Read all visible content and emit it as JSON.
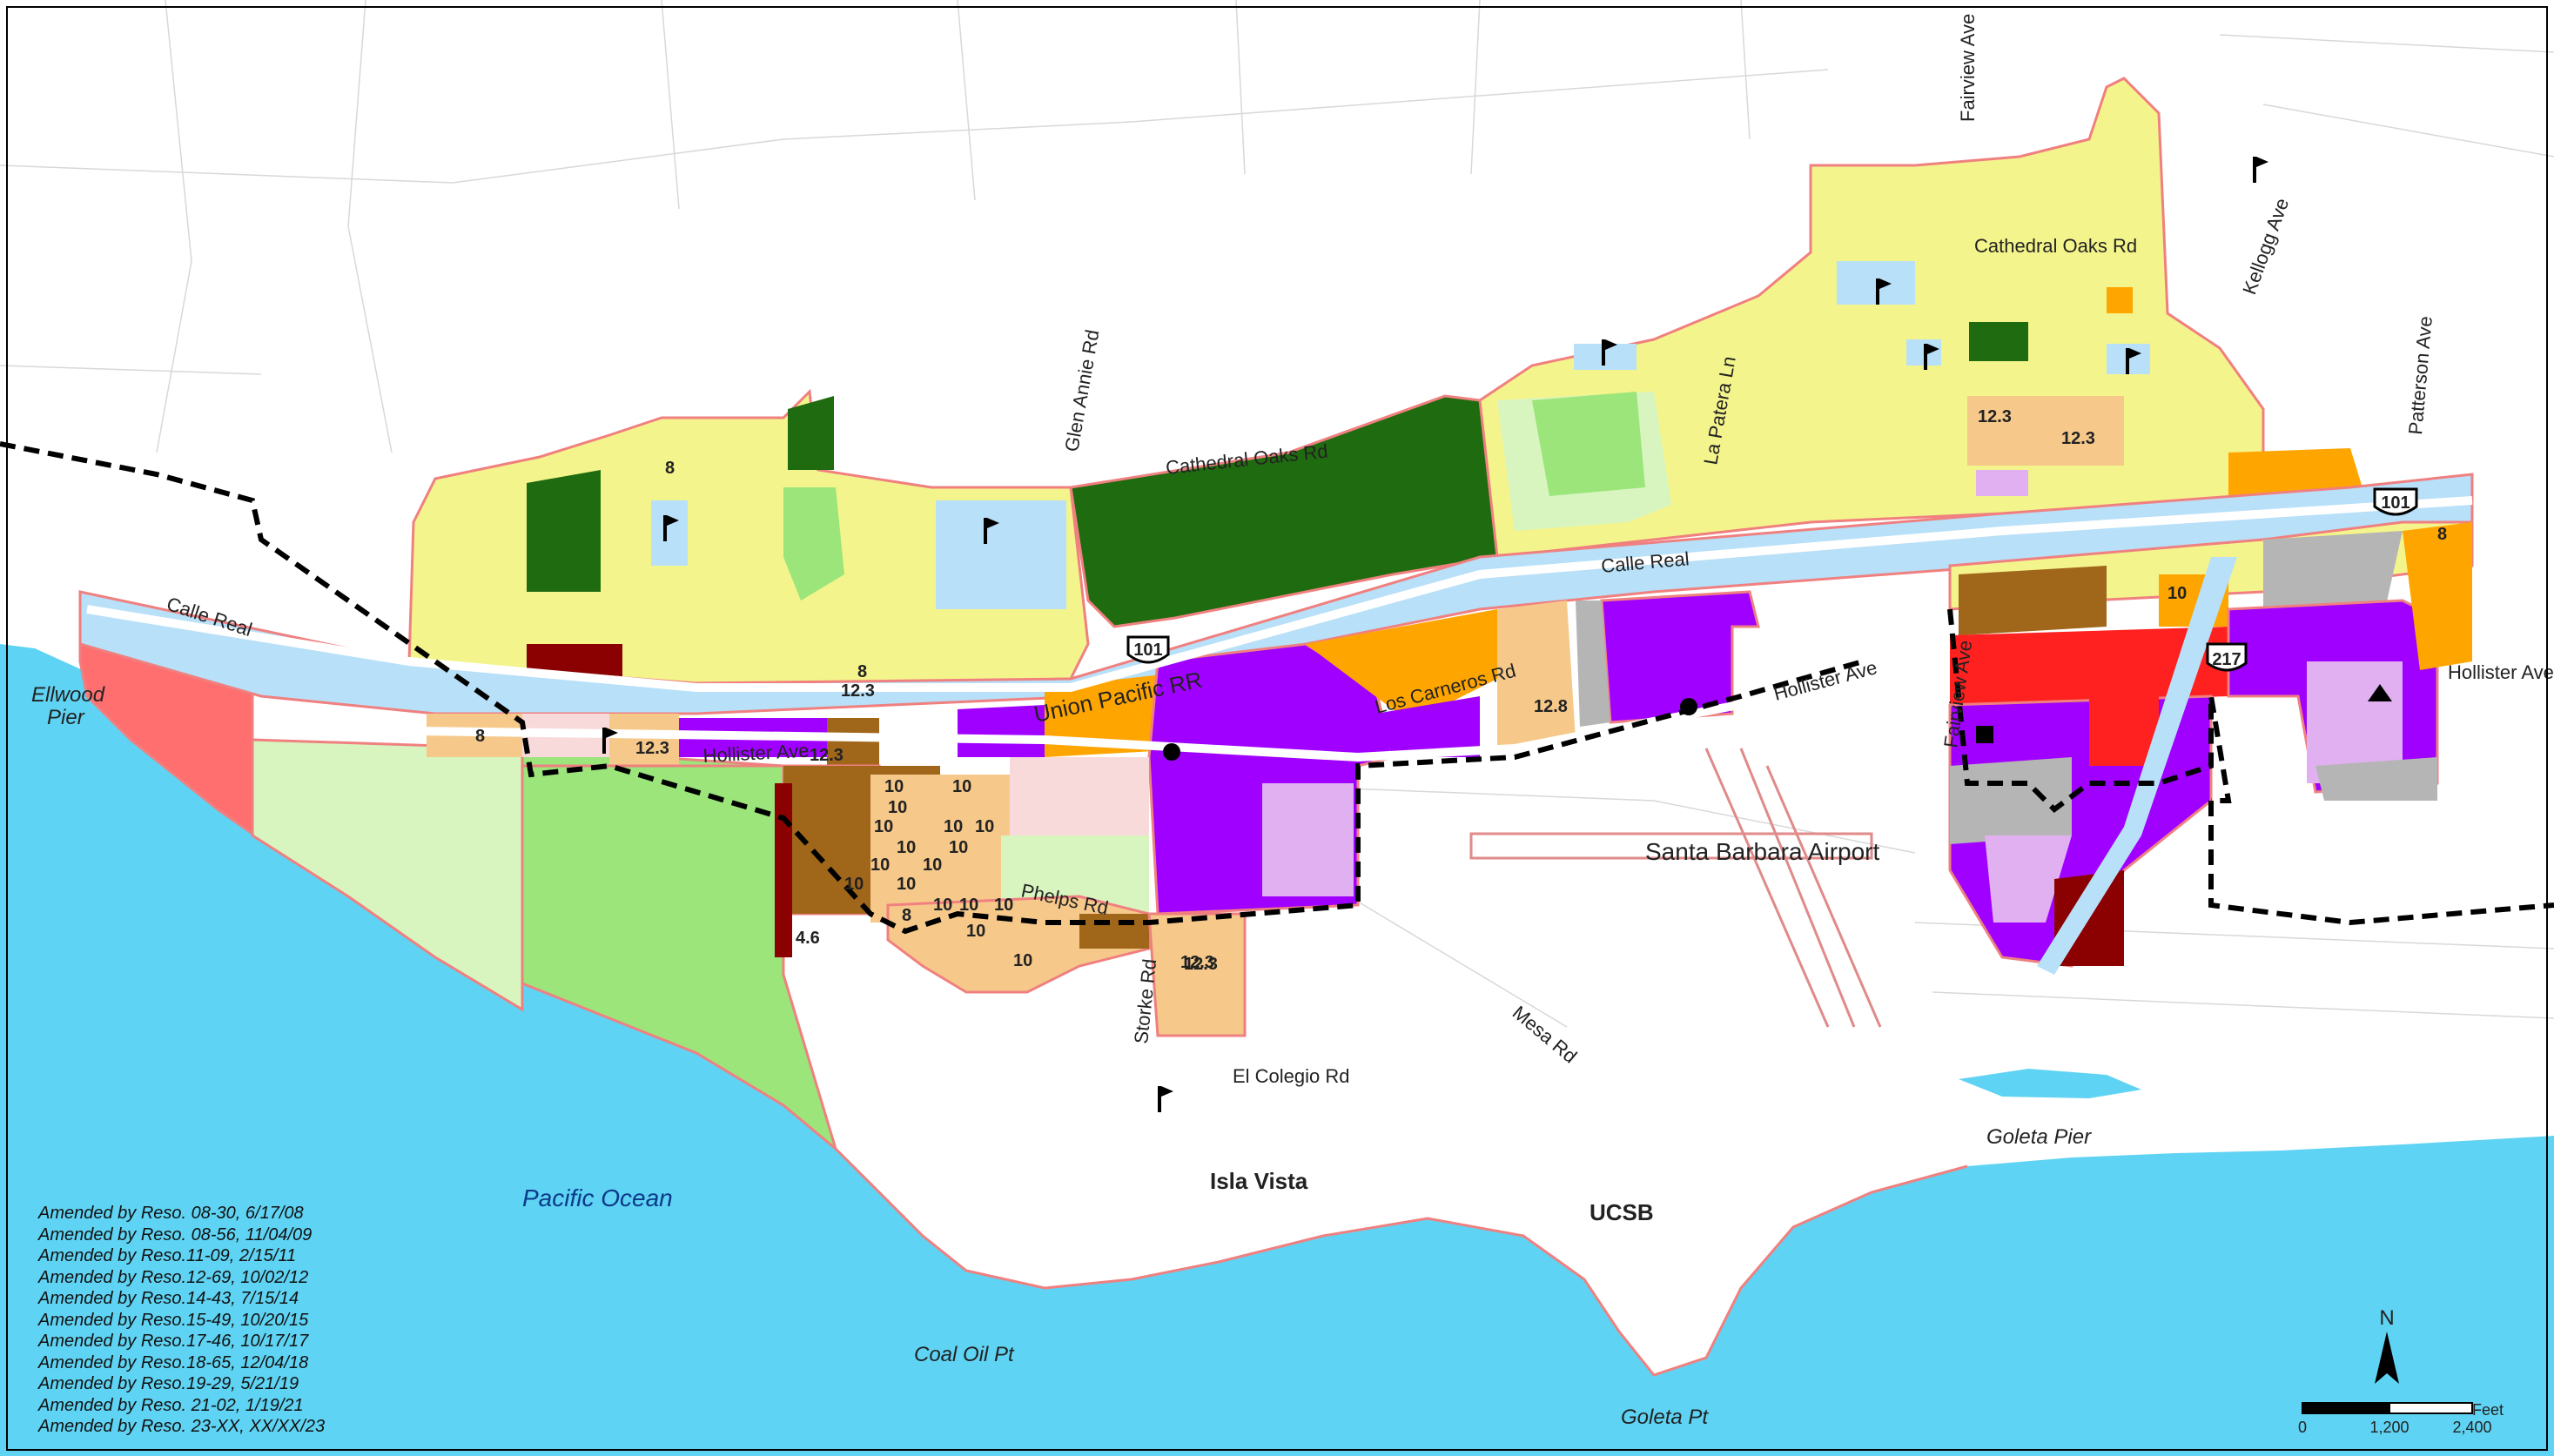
{
  "roads": {
    "calle_real_w": "Calle Real",
    "calle_real_e": "Calle Real",
    "cathedral_oaks": "Cathedral Oaks Rd",
    "cathedral_oaks_e": "Cathedral Oaks Rd",
    "glen_annie": "Glen Annie Rd",
    "la_patera": "La Patera Ln",
    "fairview_n": "Fairview Ave",
    "fairview_s": "Fairview Ave",
    "kellogg": "Kellogg Ave",
    "patterson": "Patterson Ave",
    "hollister_w": "Hollister Ave",
    "hollister_c": "Hollister Ave",
    "hollister_e": "Hollister Ave",
    "union_pacific": "Union Pacific RR",
    "los_carneros": "Los Carneros Rd",
    "phelps": "Phelps Rd",
    "storke": "Storke Rd",
    "el_colegio": "El Colegio Rd",
    "mesa": "Mesa Rd",
    "hwy101_a": "101",
    "hwy101_b": "101",
    "hwy217": "217"
  },
  "places": {
    "ellwood_pier_1": "Ellwood",
    "ellwood_pier_2": "Pier",
    "pacific_ocean": "Pacific Ocean",
    "coal_oil_pt": "Coal Oil Pt",
    "goleta_pt": "Goleta Pt",
    "goleta_pier": "Goleta Pier",
    "isla_vista": "Isla Vista",
    "ucsb": "UCSB",
    "airport": "Santa Barbara Airport"
  },
  "density_labels": [
    "8",
    "8",
    "12.3",
    "12.3",
    "8",
    "12.3",
    "12.3",
    "12.8",
    "12.3",
    "12.3",
    "10",
    "8",
    "10",
    "10",
    "10",
    "10",
    "10",
    "10",
    "10",
    "10",
    "10",
    "10",
    "10",
    "10",
    "10",
    "10",
    "10",
    "8",
    "10",
    "4.6",
    "12.3",
    "10"
  ],
  "amendments": [
    "Amended by Reso. 08-30,  6/17/08",
    "Amended by Reso. 08-56, 11/04/09",
    "Amended by Reso.11-09,  2/15/11",
    "Amended by Reso.12-69, 10/02/12",
    "Amended by Reso.14-43,  7/15/14",
    "Amended by Reso.15-49, 10/20/15",
    "Amended by Reso.17-46, 10/17/17",
    "Amended by Reso.18-65, 12/04/18",
    "Amended by Reso.19-29,  5/21/19",
    "Amended by Reso. 21-02, 1/19/21",
    "Amended by Reso. 23-XX, XX/XX/23"
  ],
  "north_label": "N",
  "scale": {
    "unit": "Feet",
    "ticks": [
      "0",
      "1,200",
      "2,400"
    ]
  },
  "colors": {
    "ocean": "#5fd3f3",
    "boundary": "#f08080",
    "residential_low": "#f4f48c",
    "residential_med": "#f6c98a",
    "residential_high": "#a0661a",
    "commercial": "#ff2020",
    "office": "#8b0000",
    "industrial_business": "#a000ff",
    "industrial_light": "#e0b0f0",
    "open_space_active": "#9be57a",
    "open_space_passive": "#d8f5c0",
    "agriculture": "#1f6b0f",
    "public_facility": "#b8e0f8",
    "planned_commercial": "#ffa500",
    "gray_zone": "#b5b5b5",
    "red_zone": "#ff6f6f"
  }
}
